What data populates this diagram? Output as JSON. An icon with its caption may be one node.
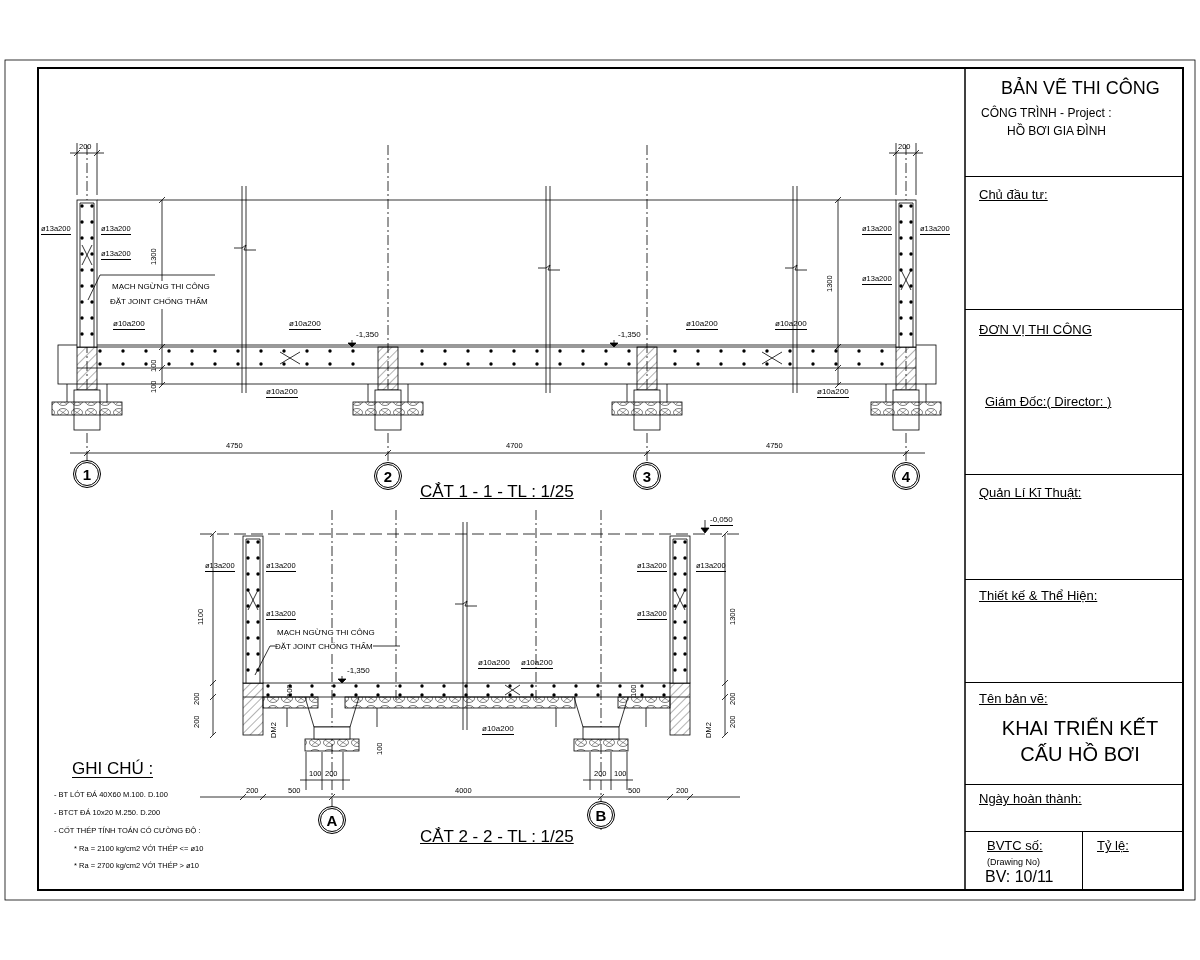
{
  "diagram": {
    "nodes": [
      {
        "text": [
          "BẢN VẼ THI CÔNG",
          "CÔNG TRÌNH - Project :",
          "HỒ BƠI GIA ĐÌNH"
        ]
      },
      {
        "text": [
          "Chủ đầu tư:"
        ]
      },
      {
        "text": [
          "ĐƠN VỊ THI CÔNG",
          "Giám Đốc:( Director: )"
        ]
      },
      {
        "text": [
          "Quản Lí Kĩ Thuật:"
        ]
      },
      {
        "text": [
          "Thiết kế & Thể Hiện:"
        ]
      },
      {
        "text": [
          "Tên bản vẽ:",
          "KHAI TRIỂN KẾT CẤU HỒ BƠI"
        ]
      },
      {
        "text": [
          "Ngày hoàn thành:"
        ]
      },
      {
        "text": [
          "BVTC số:",
          "(Drawing No)",
          "BV: 10/11"
        ]
      },
      {
        "text": [
          "Tỷ lệ:"
        ]
      },
      {
        "text": [
          "1"
        ]
      },
      {
        "text": [
          "2"
        ]
      },
      {
        "text": [
          "3"
        ]
      },
      {
        "text": [
          "4"
        ]
      },
      {
        "text": [
          "A"
        ]
      },
      {
        "text": [
          "B"
        ]
      }
    ],
    "edges": [],
    "labels": [
      "200",
      "200",
      "ø13a200",
      "ø13a200",
      "ø13a200",
      "MẠCH NGỪNG THI CÔNG",
      "ĐẶT JOINT CHỐNG THẤM",
      "ø10a200",
      "1300",
      "100",
      "100",
      "ø10a200",
      "-1,350",
      "ø10a200",
      "-1,350",
      "ø10a200",
      "ø10a200",
      "ø10a200",
      "1300",
      "ø13a200",
      "ø13a200",
      "ø13a200",
      "4750",
      "4700",
      "4750",
      "CẮT 1 - 1 - TL : 1/25",
      "ø13a200",
      "ø13a200",
      "ø13a200",
      "MẠCH NGỪNG THI CÔNG",
      "ĐẶT JOINT CHỐNG THẤM",
      "-1,350",
      "ø10a200",
      "ø10a200",
      "ø10a200",
      "1100",
      "100",
      "200",
      "200",
      "DM2",
      "100",
      "100",
      "200",
      "200",
      "500",
      "4000",
      "-0,050",
      "ø13a200",
      "ø13a200",
      "ø13a200",
      "1300",
      "100",
      "200",
      "200",
      "DM2",
      "200",
      "100",
      "500",
      "200",
      "CẮT 2 - 2 - TL : 1/25",
      "GHI CHÚ :",
      "- BT LÓT ĐÁ 40X60 M.100. D.100",
      "- BTCT ĐÁ 10x20 M.250. D.200",
      "- CỐT THÉP TÍNH TOÁN CÓ CƯỜNG ĐỘ :",
      "* Ra = 2100 kg/cm2 VỚI THÉP <= ø10",
      "* Ra = 2700 kg/cm2 VỚI THÉP > ø10"
    ]
  }
}
